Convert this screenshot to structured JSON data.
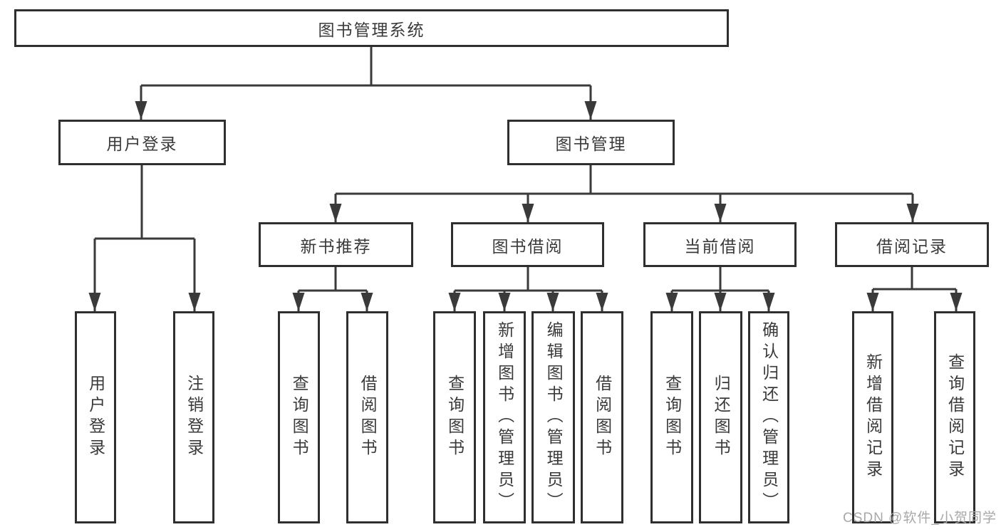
{
  "nodes": {
    "root": "图书管理系统",
    "login": {
      "label": "用户登录",
      "children": [
        "用户登录",
        "注销登录"
      ]
    },
    "mgmt": {
      "label": "图书管理"
    },
    "recommend": {
      "label": "新书推荐",
      "children": [
        "查询图书",
        "借阅图书"
      ]
    },
    "borrow": {
      "label": "图书借阅",
      "children": [
        "查询图书",
        "新增图书（管理员）",
        "编辑图书（管理员）",
        "借阅图书"
      ]
    },
    "current": {
      "label": "当前借阅",
      "children": [
        "查询图书",
        "归还图书",
        "确认归还（管理员）"
      ]
    },
    "records": {
      "label": "借阅记录",
      "children": [
        "新增借阅记录",
        "查询借阅记录"
      ]
    }
  },
  "watermark": "CSDN @软件_小贺同学",
  "colors": {
    "line": "#3a3a3a",
    "border": "#2f2f2f",
    "text": "#3a3a3a",
    "watermark": "#a8a8a8",
    "background": "#ffffff"
  }
}
